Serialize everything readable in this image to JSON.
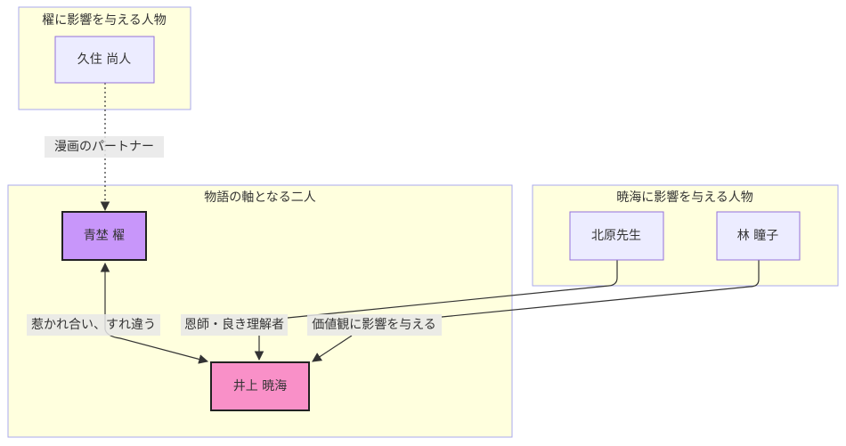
{
  "clusters": {
    "kai_influence": "櫂に影響を与える人物",
    "main_pair": "物語の軸となる二人",
    "akimi_influence": "暁海に影響を与える人物"
  },
  "nodes": {
    "kuzumi": "久住 尚人",
    "aoi": "青埜 櫂",
    "inoue": "井上 暁海",
    "kitahara": "北原先生",
    "hayashi": "林 瞳子"
  },
  "edges": {
    "partner": "漫画のパートナー",
    "attracted": "惹かれ合い、すれ違う",
    "mentor": "恩師・良き理解者",
    "values": "価値観に影響を与える"
  },
  "colors": {
    "aoi_fill": "#c896fa",
    "inoue_fill": "#f990c8"
  }
}
